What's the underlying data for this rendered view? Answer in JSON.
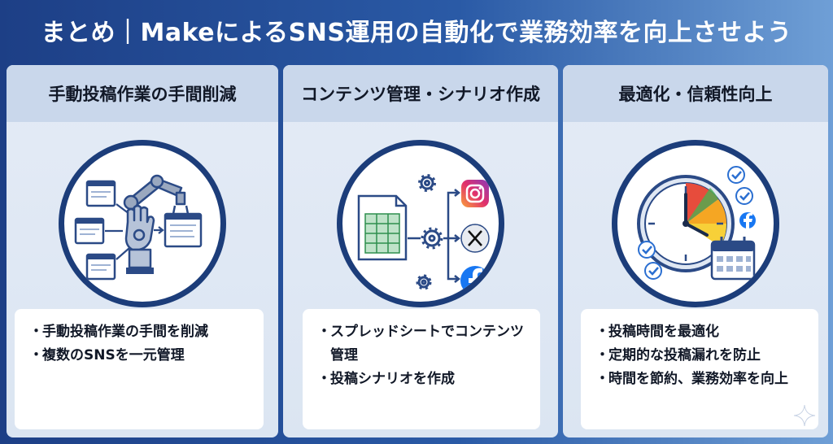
{
  "header": {
    "title": "まとめ｜MakeによるSNS運用の自動化で業務効率を向上させよう"
  },
  "panels": [
    {
      "title": "手動投稿作業の手間削減",
      "illustration": "robot-arm-automation-icon",
      "bullets": [
        "手動投稿作業の手間を削減",
        "複数のSNSを一元管理"
      ]
    },
    {
      "title": "コンテンツ管理・シナリオ作成",
      "illustration": "spreadsheet-to-social-icon",
      "bullets": [
        "スプレッドシートでコンテンツ管理",
        "投稿シナリオを作成"
      ]
    },
    {
      "title": "最適化・信頼性向上",
      "illustration": "clock-calendar-icon",
      "bullets": [
        "投稿時間を最適化",
        "定期的な投稿漏れを防止",
        "時間を節約、業務効率を向上"
      ]
    }
  ],
  "bullet_mark": "・",
  "colors": {
    "header_bg": "#1d3f86",
    "panel_head_bg": "#c9d7eb",
    "circle_border": "#1c3d7a",
    "accent": "#2a5aa6"
  }
}
